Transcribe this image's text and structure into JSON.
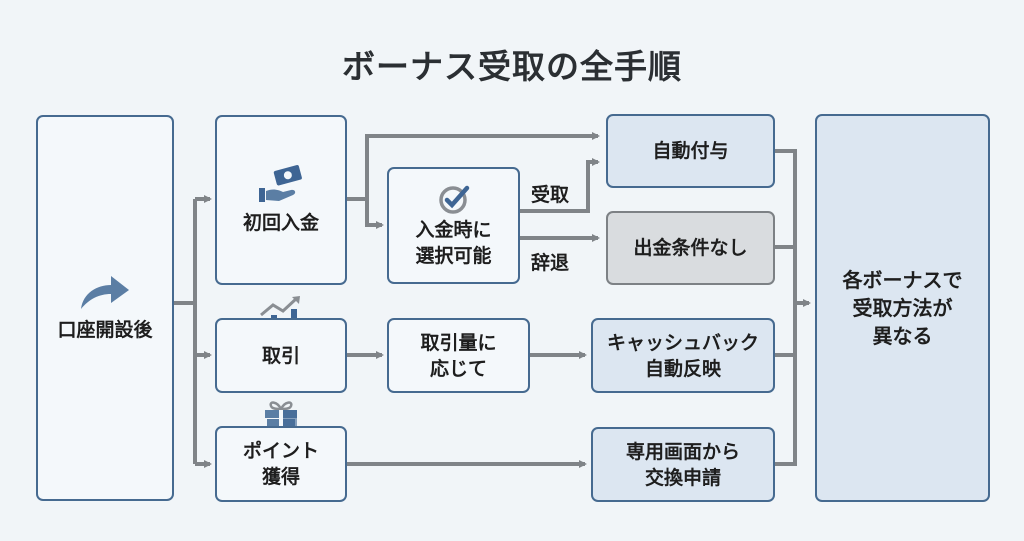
{
  "title": "ボーナス受取の全手順",
  "nodes": {
    "start": "口座開設後",
    "deposit": "初回入金",
    "choice_line1": "入金時に",
    "choice_line2": "選択可能",
    "auto": "自動付与",
    "no_withdraw": "出金条件なし",
    "trade": "取引",
    "volume_line1": "取引量に",
    "volume_line2": "応じて",
    "cashback_line1": "キャッシュバック",
    "cashback_line2": "自動反映",
    "points_line1": "ポイント",
    "points_line2": "獲得",
    "exchange_line1": "専用画面から",
    "exchange_line2": "交換申請",
    "result_line1": "各ボーナスで",
    "result_line2": "受取方法が",
    "result_line3": "異なる"
  },
  "edge_labels": {
    "accept": "受取",
    "decline": "辞退"
  },
  "icons": {
    "start": "curved-arrow-icon",
    "deposit": "money-hand-icon",
    "choice": "check-circle-icon",
    "trade": "chart-growth-icon",
    "points": "gift-icon"
  },
  "colors": {
    "border": "#466a90",
    "arrow": "#808488",
    "blue_fill": "#dce6f1",
    "gray_fill": "#d9dcdf"
  }
}
